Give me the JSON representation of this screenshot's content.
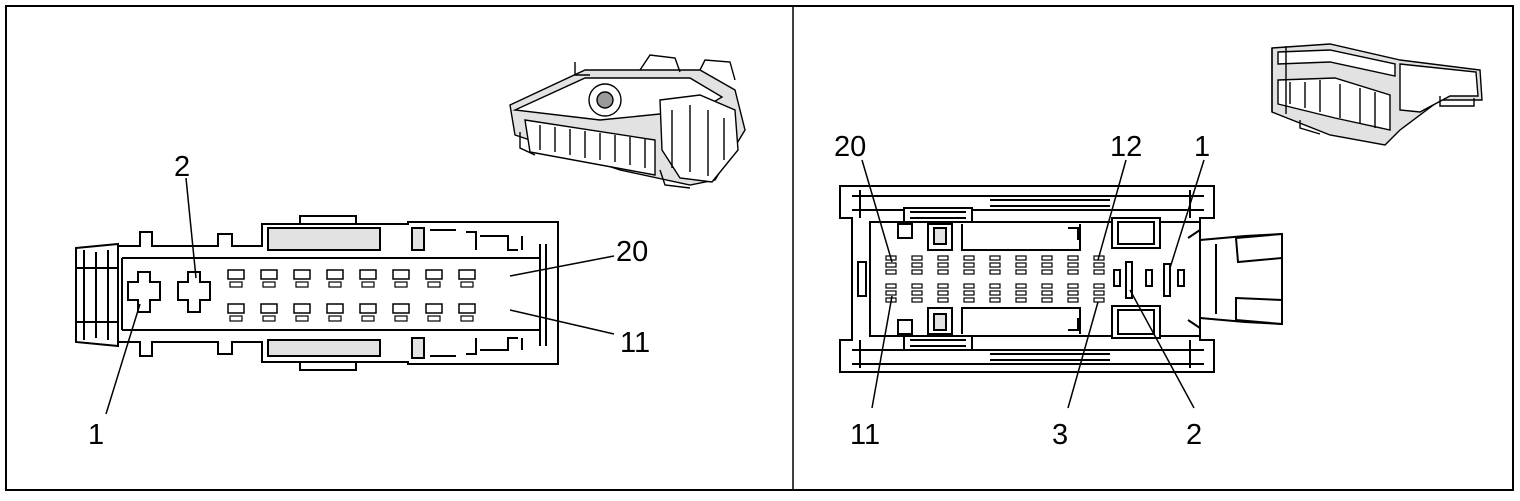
{
  "panels": [
    {
      "id": "left",
      "labels": {
        "pin_a": "2",
        "pin_b": "20",
        "pin_c": "11",
        "pin_d": "1"
      },
      "pin_rows": 2,
      "pin_columns": 8
    },
    {
      "id": "right",
      "labels": {
        "pin_a": "20",
        "pin_b": "12",
        "pin_c": "1",
        "pin_d": "11",
        "pin_e": "3",
        "pin_f": "2"
      },
      "pin_rows": 2,
      "pin_columns": 9
    }
  ],
  "colors": {
    "line": "#000000",
    "background": "#ffffff",
    "shade": "#e2e2e2"
  }
}
